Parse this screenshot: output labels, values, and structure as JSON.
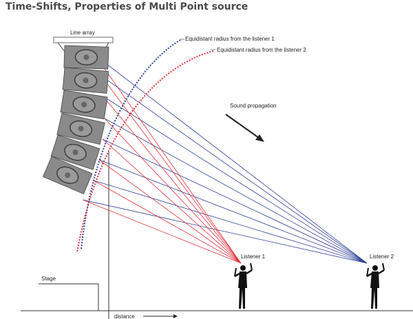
{
  "title": "Time-Shifts, Properties of Multi Point source",
  "labels": {
    "line_array": "Line array",
    "radius_listener_1": "Equidistant radius from the listener 1",
    "radius_listener_2": "Equidistant radius from the listener 2",
    "sound_propagation": "Sound propagation",
    "listener_1": "Listener 1",
    "listener_2": "Listener 2",
    "stage": "Stage",
    "distance": "distance"
  },
  "colors": {
    "listener_1_rays": "#e0303a",
    "listener_2_rays": "#2d3f9a",
    "speaker": "#8a8a8a",
    "speaker_dark": "#555555",
    "ground": "#333333"
  },
  "icons": {
    "speaker": "speaker-cabinet-icon",
    "listener": "person-silhouette-icon",
    "arrow": "arrow-icon"
  }
}
